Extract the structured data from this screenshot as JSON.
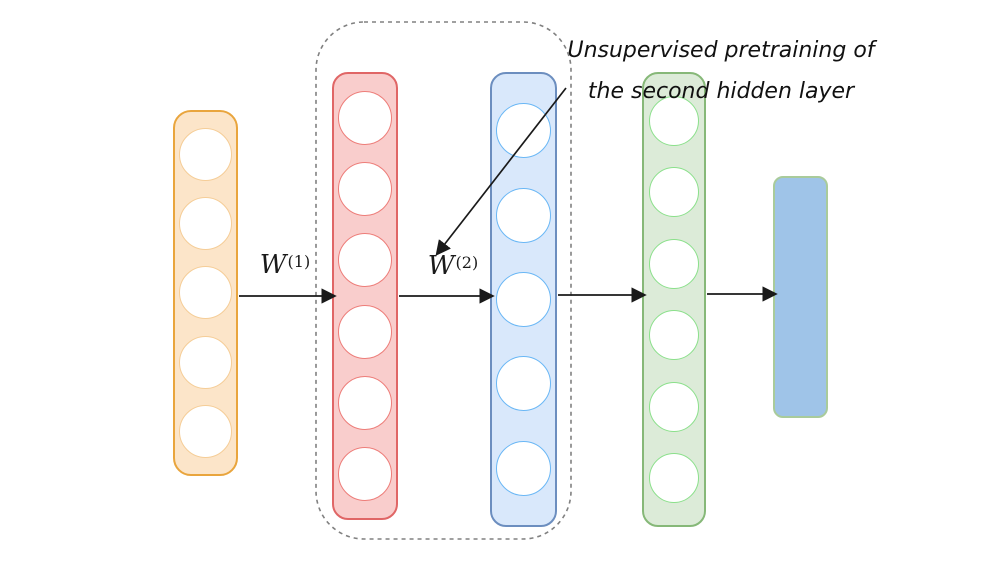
{
  "diagram": {
    "annotation": {
      "line1": "Unsupervised pretraining of",
      "line2": "the second hidden layer"
    },
    "weight_labels": [
      {
        "base": "W",
        "sup": "(1)"
      },
      {
        "base": "W",
        "sup": "(2)"
      }
    ],
    "layers": [
      {
        "id": "input-layer",
        "circles": 5,
        "fill": "#FCE5C9",
        "border": "#E9A53D",
        "circle_border": "#F5CD97"
      },
      {
        "id": "hidden-layer-1",
        "circles": 6,
        "fill": "#F9CDCC",
        "border": "#E06666",
        "circle_border": "#ED7D79"
      },
      {
        "id": "hidden-layer-2",
        "circles": 5,
        "fill": "#D9E8FB",
        "border": "#6C8EBF",
        "circle_border": "#6AB7F5"
      },
      {
        "id": "hidden-layer-3",
        "circles": 6,
        "fill": "#DCEBD8",
        "border": "#86B878",
        "circle_border": "#8BE08B"
      },
      {
        "id": "output-layer",
        "circles": 0,
        "fill": "#9FC4E8",
        "border": "#A9CB9B",
        "circle_border": "#A9CB9B"
      }
    ],
    "colors": {
      "arrow": "#1a1a1a",
      "dashed_box": "#808080",
      "text": "#111111"
    }
  }
}
